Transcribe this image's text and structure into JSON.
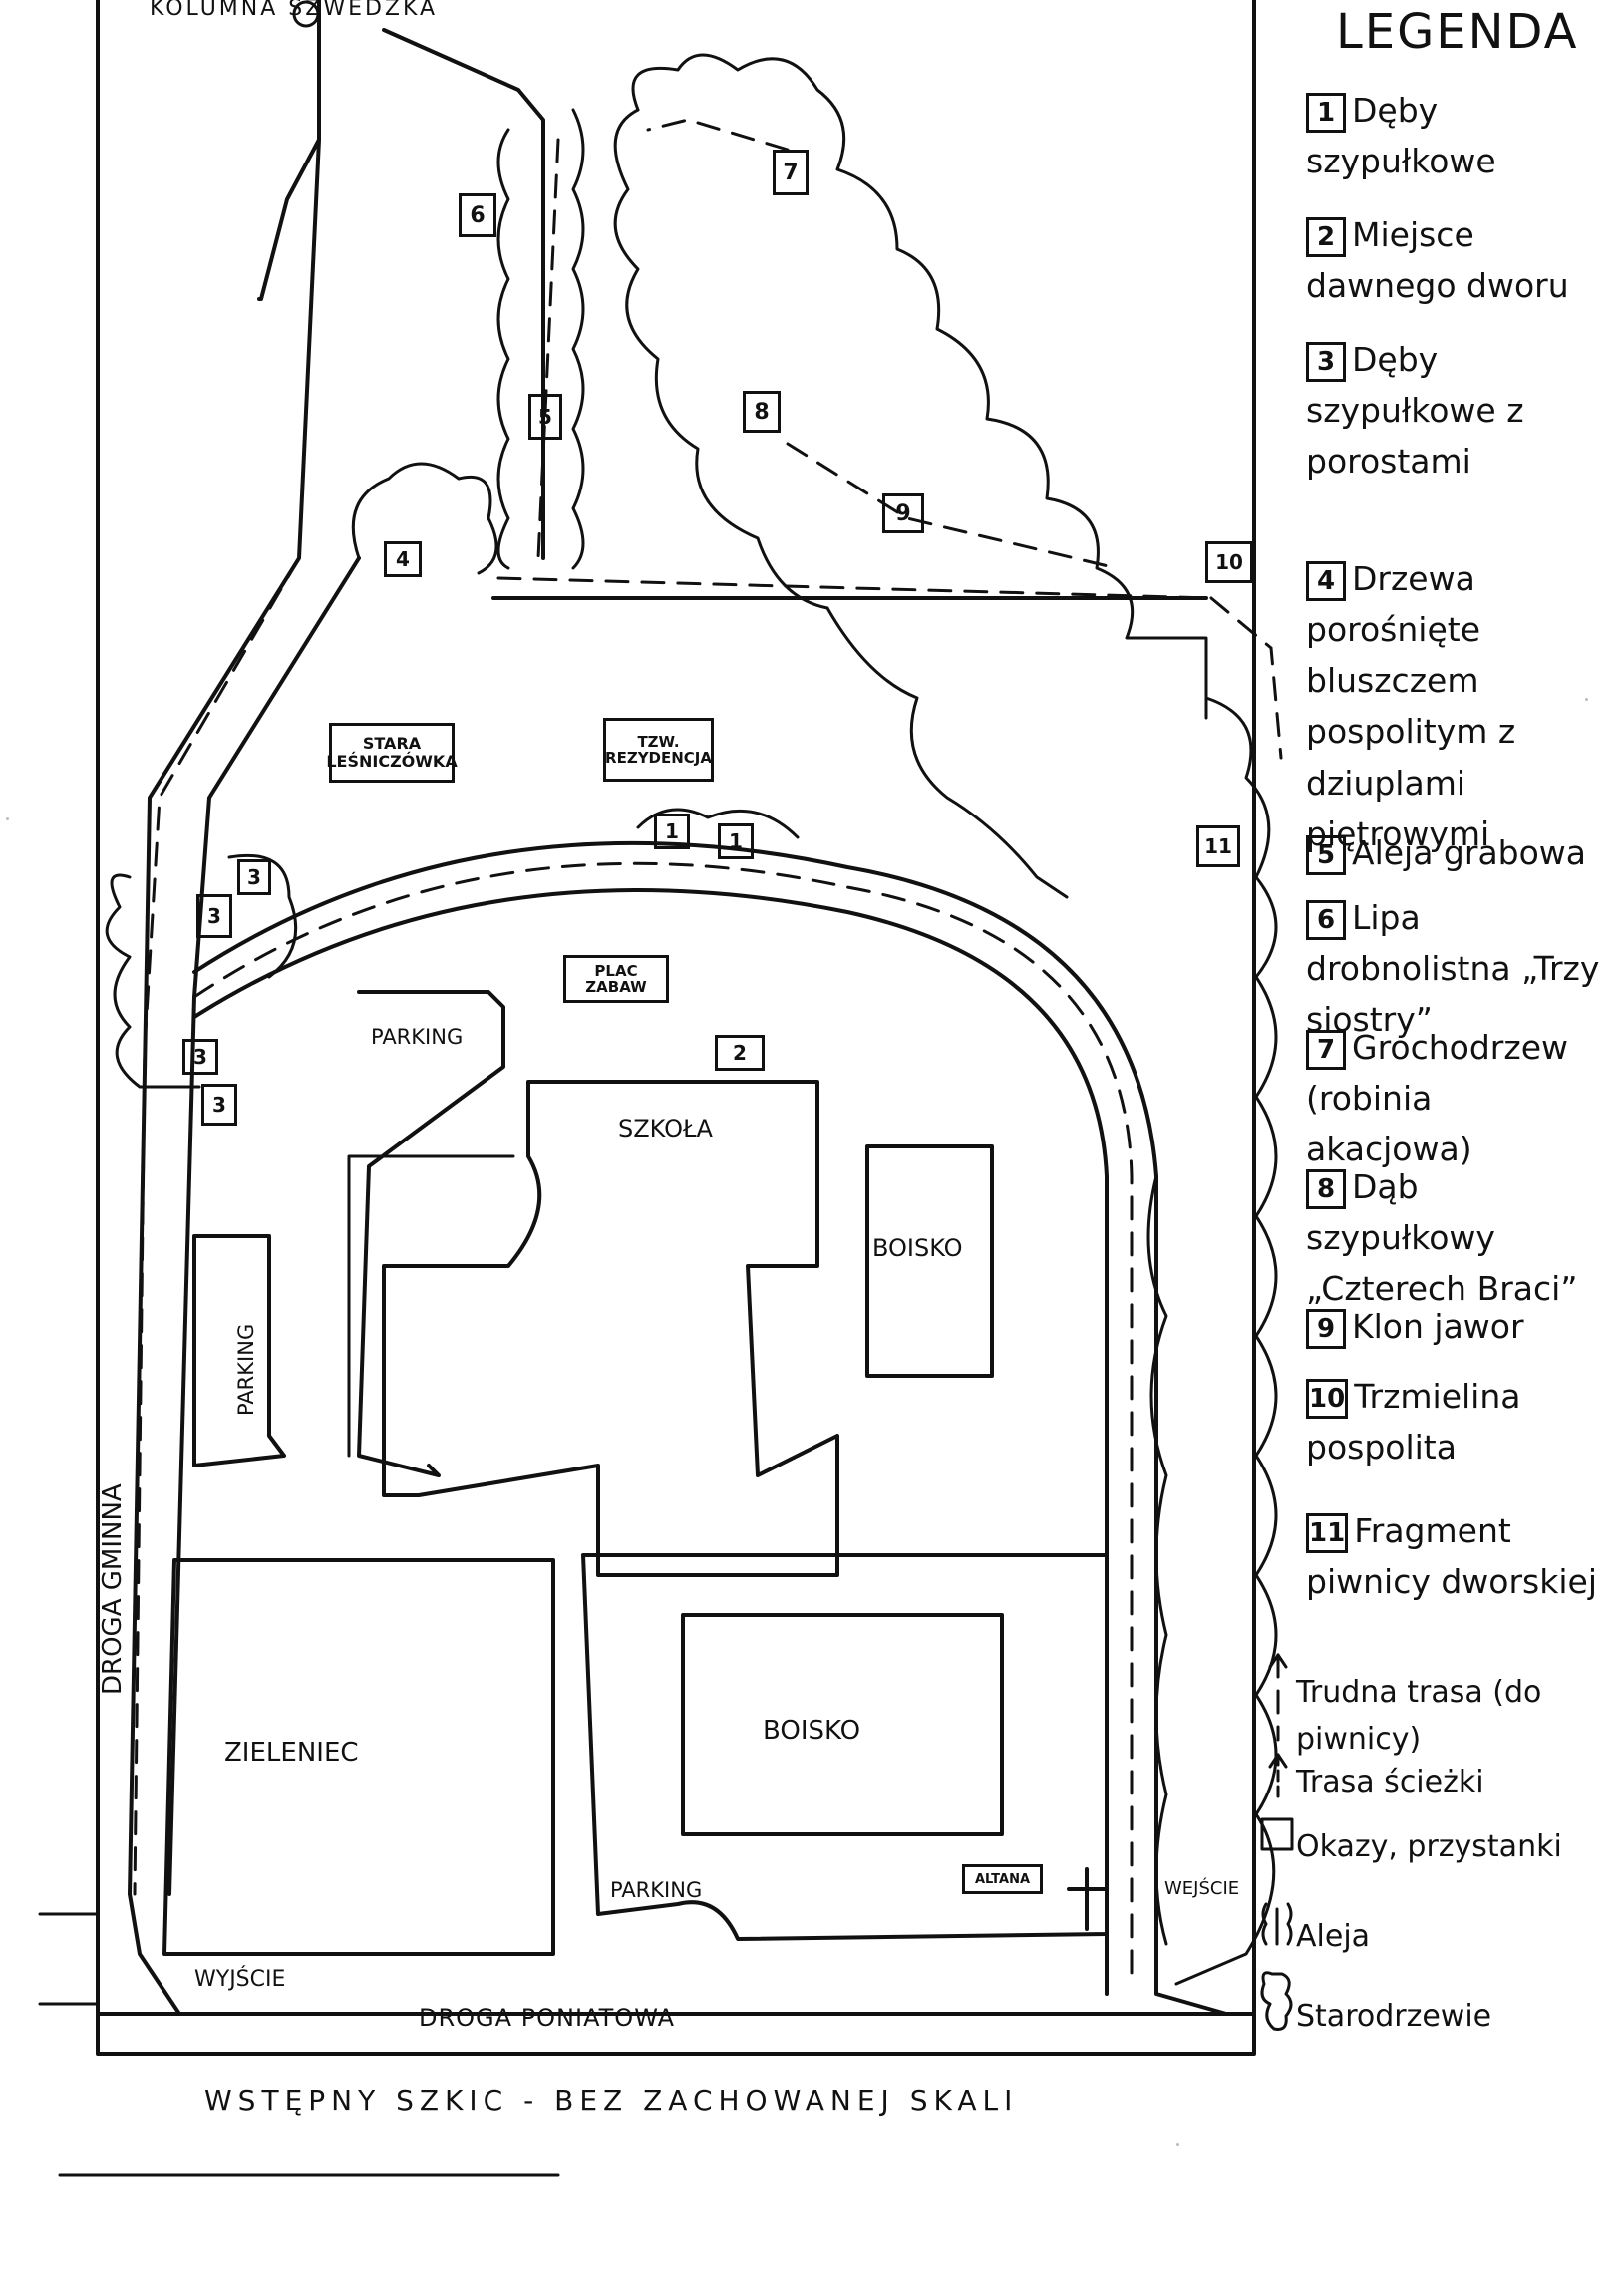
{
  "map": {
    "corner_label": "KOLUMNA SZWEDZKA",
    "roads": {
      "left": "DROGA GMINNA",
      "bottom": "DROGA PONIATOWA"
    },
    "areas": {
      "old_forester": "STARA LEŚNICZÓWKA",
      "residence": "TZW. REZYDENCJA",
      "playground": "PLAC ZABAW",
      "school": "SZKOŁA",
      "pitch_top": "BOISKO",
      "pitch_bottom": "BOISKO",
      "green": "ZIELENIEC",
      "parking_1": "PARKING",
      "parking_2": "PARKING",
      "parking_3": "PARKING",
      "gazebo": "ALTANA"
    },
    "exit_label": "WYJŚCIE",
    "entrance_label": "WEJŚCIE",
    "stop_numbers": [
      "1",
      "1",
      "2",
      "3",
      "3",
      "3",
      "3",
      "4",
      "5",
      "6",
      "7",
      "8",
      "9",
      "10",
      "11"
    ]
  },
  "legend": {
    "title": "LEGENDA",
    "items": [
      {
        "num": "1",
        "text": "Dęby szypułkowe"
      },
      {
        "num": "2",
        "text": "Miejsce dawnego dworu"
      },
      {
        "num": "3",
        "text": "Dęby szypułkowe z porostami"
      },
      {
        "num": "4",
        "text": "Drzewa porośnięte bluszczem pospolitym z dziuplami piętrowymi"
      },
      {
        "num": "5",
        "text": "Aleja grabowa"
      },
      {
        "num": "6",
        "text": "Lipa drobnolistna „Trzy siostry”"
      },
      {
        "num": "7",
        "text": "Grochodrzew (robinia akacjowa)"
      },
      {
        "num": "8",
        "text": "Dąb szypułkowy „Czterech Braci”"
      },
      {
        "num": "9",
        "text": "Klon jawor"
      },
      {
        "num": "10",
        "text": "Trzmielina pospolita"
      },
      {
        "num": "11",
        "text": "Fragment piwnicy dworskiej"
      }
    ],
    "symbols": {
      "hard_route": "Trudna trasa (do piwnicy)",
      "route": "Trasa ścieżki",
      "stops": "Okazy, przystanki",
      "alley": "Aleja",
      "old_trees": "Starodrzewie"
    }
  },
  "footer": "WSTĘPNY SZKIC - BEZ ZACHOWANEJ SKALI"
}
